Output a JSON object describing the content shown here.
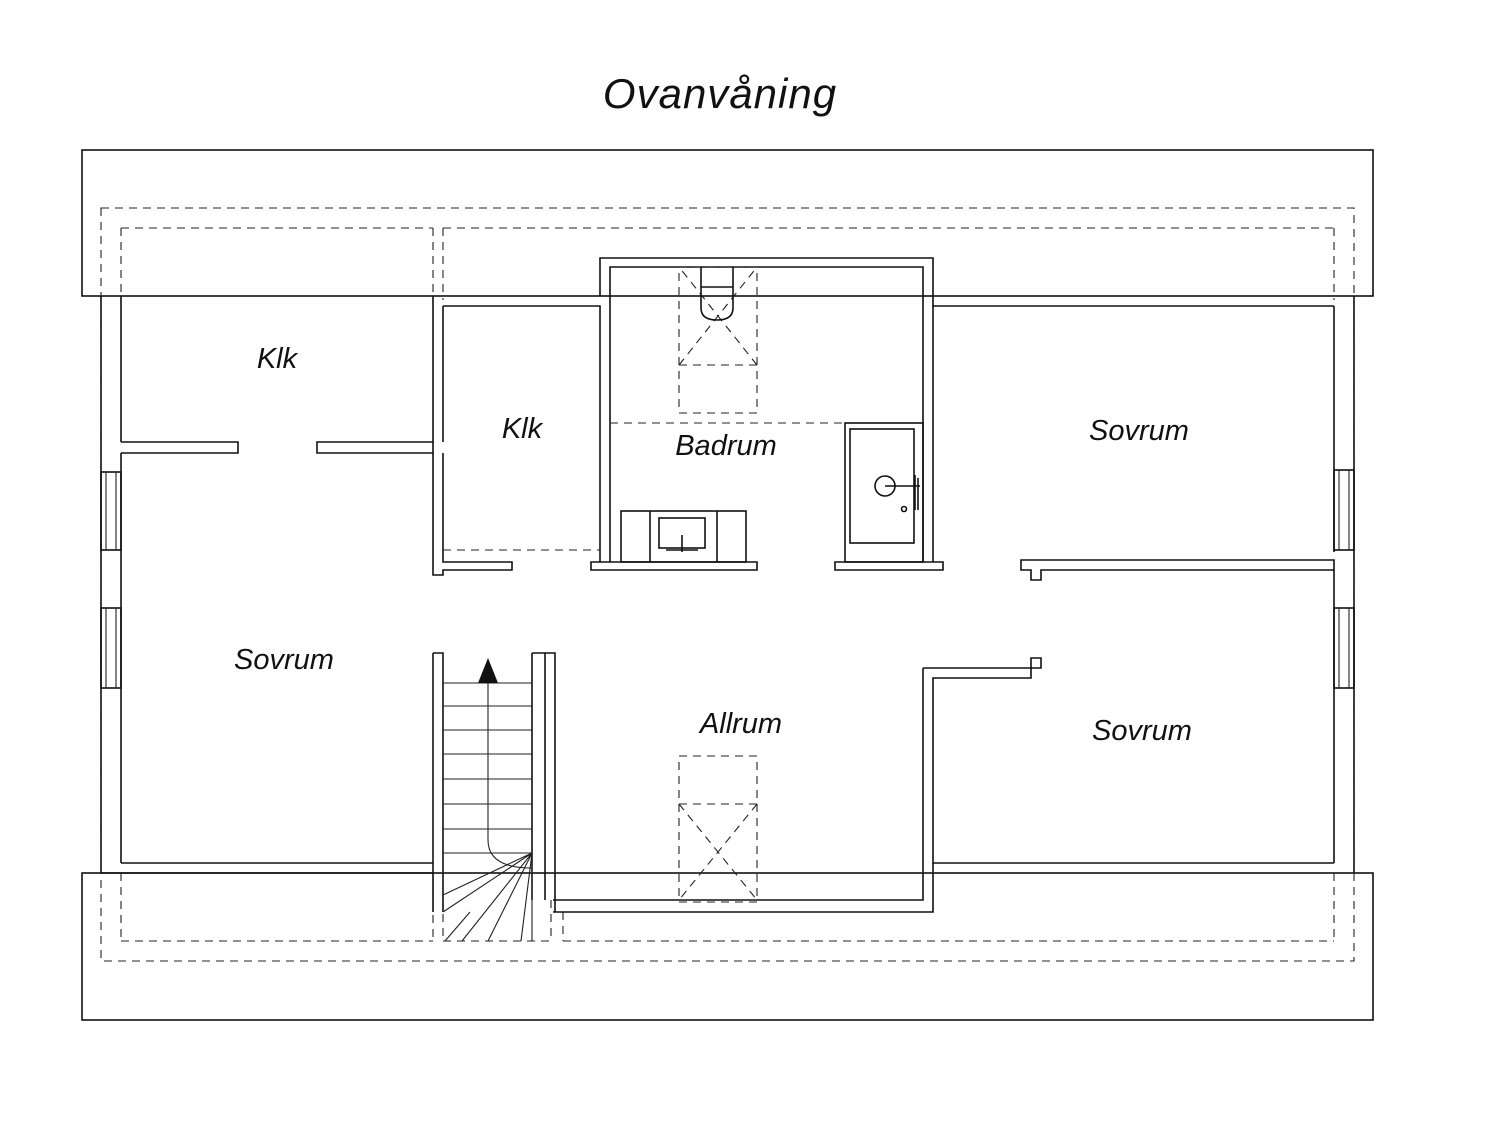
{
  "title": "Ovanvåning",
  "rooms": {
    "klk_left": "Klk",
    "klk_middle": "Klk",
    "badrum": "Badrum",
    "sovrum_top_right": "Sovrum",
    "sovrum_left": "Sovrum",
    "allrum": "Allrum",
    "sovrum_bottom_right": "Sovrum"
  }
}
